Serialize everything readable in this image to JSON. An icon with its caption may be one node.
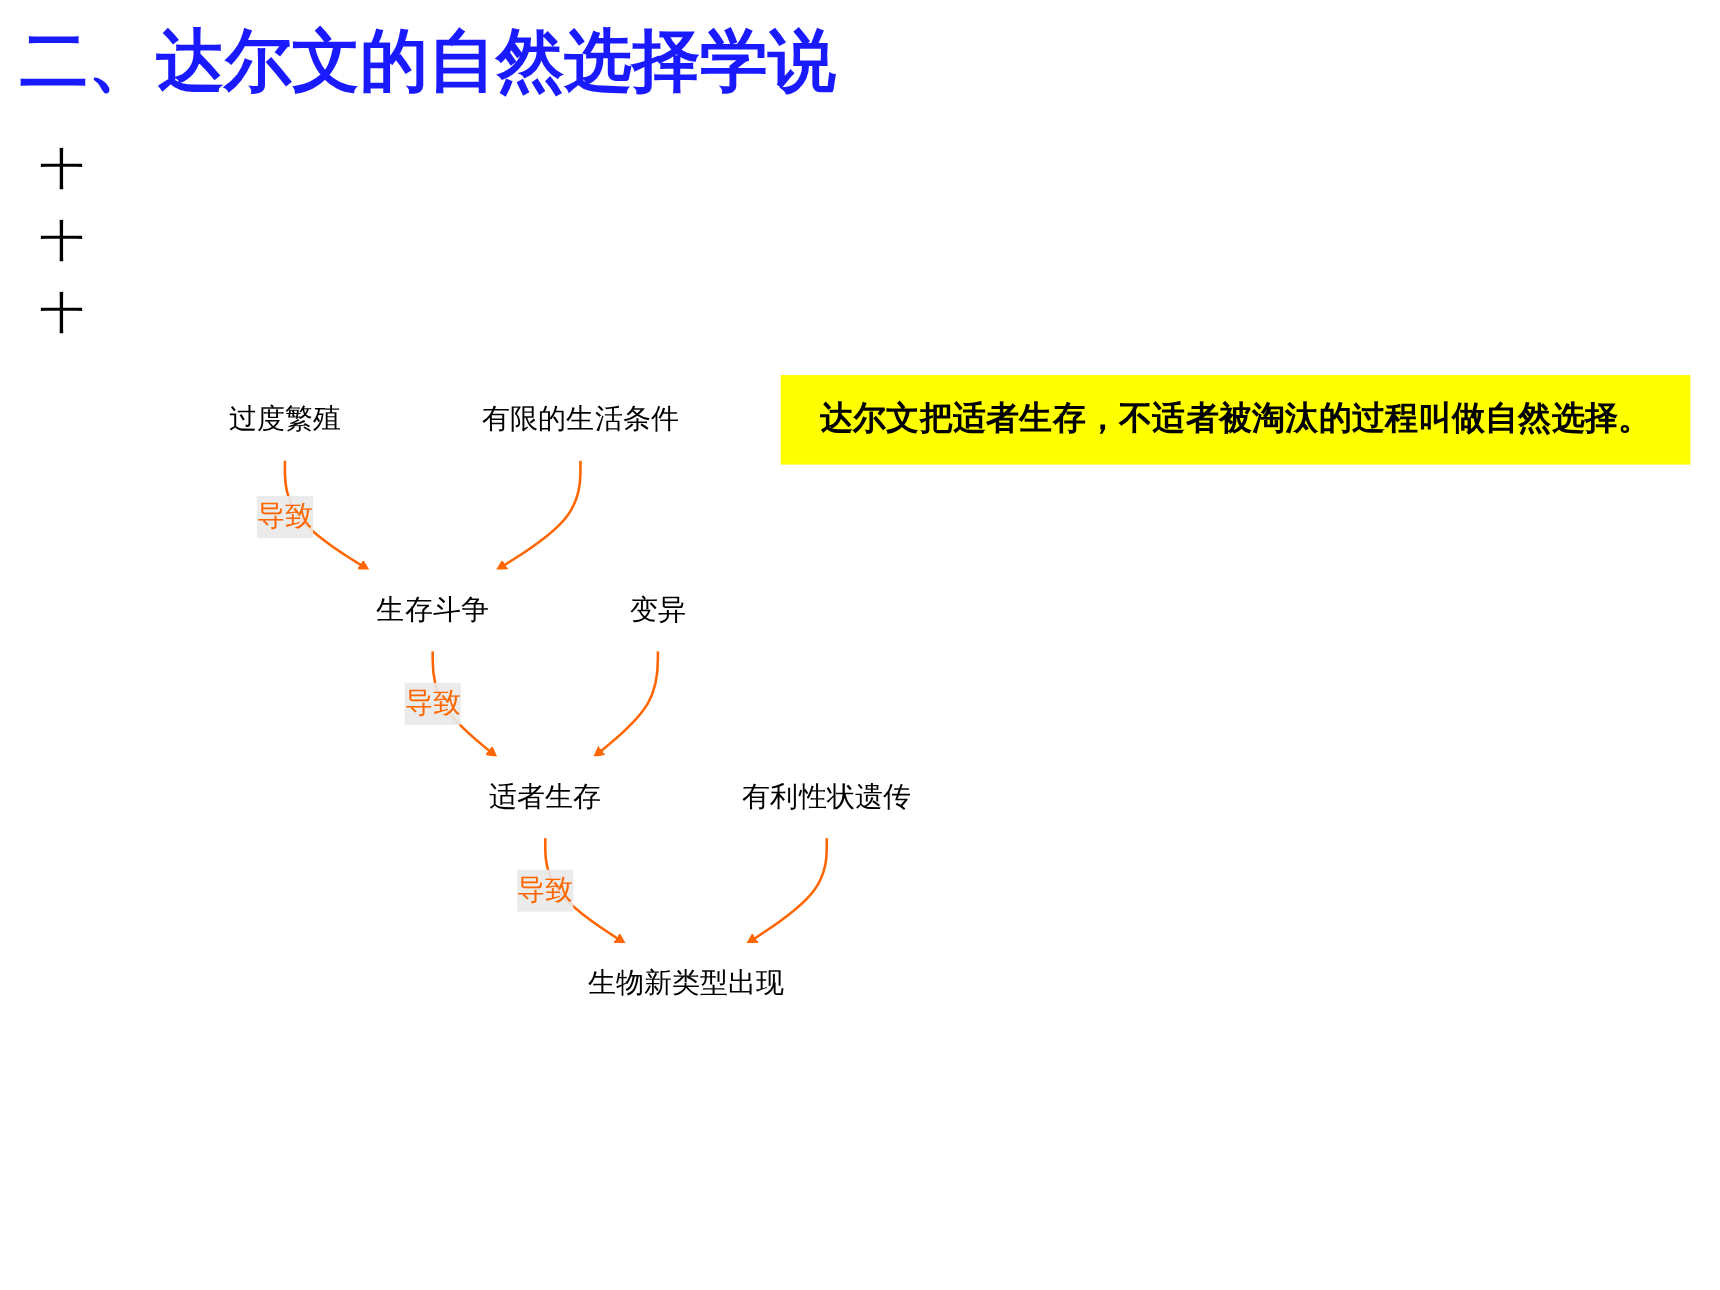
{
  "diagram": {
    "title": "二、达尔文的自然选择学说",
    "nodes": [
      {
        "text": [
          "过度繁殖"
        ]
      },
      {
        "text": [
          "有限的生活条件"
        ]
      },
      {
        "text": [
          "生存斗争"
        ]
      },
      {
        "text": [
          "变异"
        ]
      },
      {
        "text": [
          "适者生存"
        ]
      },
      {
        "text": [
          "有利性状遗传"
        ]
      },
      {
        "text": [
          "生物新类型出现"
        ]
      },
      {
        "text": [
          "达尔文把适者生存，不适者被淘汰的过程叫做自然选择。"
        ]
      }
    ],
    "edges": [
      {
        "from": 0,
        "to": 2,
        "arrow": "to",
        "label": "导致"
      },
      {
        "from": 1,
        "to": 2,
        "arrow": "to"
      },
      {
        "from": 2,
        "to": 4,
        "arrow": "to",
        "label": "导致"
      },
      {
        "from": 3,
        "to": 4,
        "arrow": "to"
      },
      {
        "from": 4,
        "to": 6,
        "arrow": "to",
        "label": "导致"
      },
      {
        "from": 5,
        "to": 6,
        "arrow": "to"
      }
    ],
    "labels": [
      "十",
      "十",
      "十"
    ]
  }
}
